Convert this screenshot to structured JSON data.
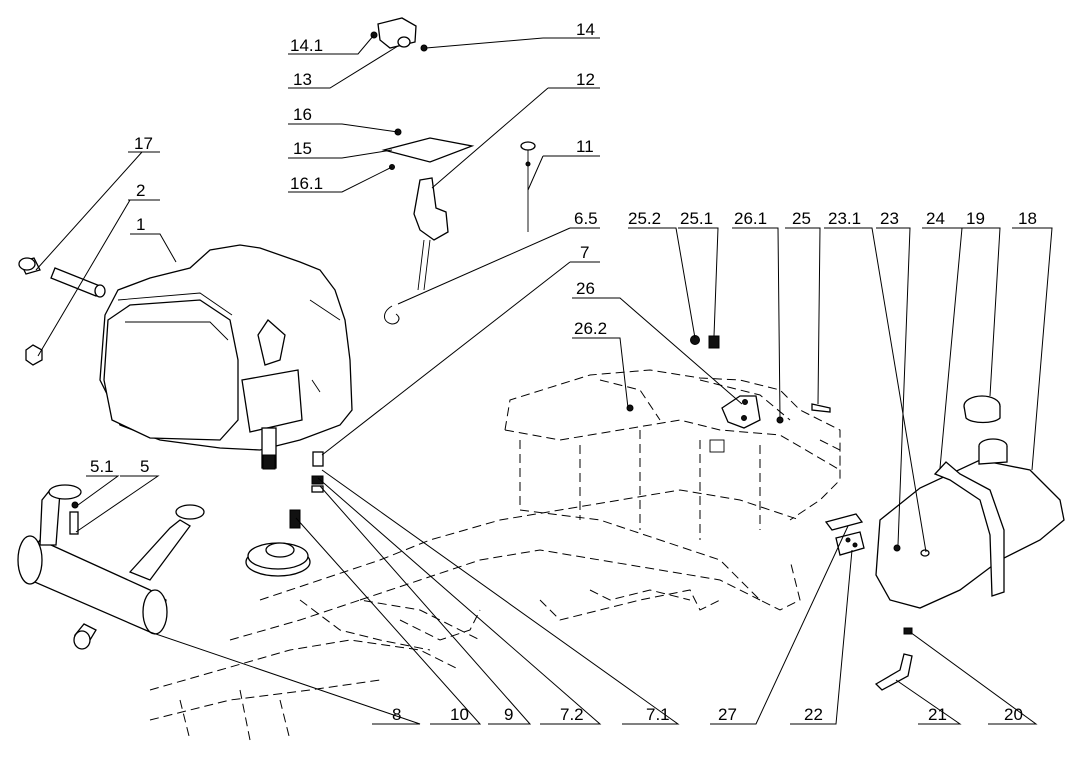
{
  "callouts": [
    {
      "id": "14.1",
      "label": "14.1"
    },
    {
      "id": "13",
      "label": "13"
    },
    {
      "id": "14",
      "label": "14"
    },
    {
      "id": "12",
      "label": "12"
    },
    {
      "id": "16",
      "label": "16"
    },
    {
      "id": "15",
      "label": "15"
    },
    {
      "id": "16.1",
      "label": "16.1"
    },
    {
      "id": "11",
      "label": "11"
    },
    {
      "id": "17",
      "label": "17"
    },
    {
      "id": "2",
      "label": "2"
    },
    {
      "id": "1",
      "label": "1"
    },
    {
      "id": "6.5",
      "label": "6.5"
    },
    {
      "id": "7",
      "label": "7"
    },
    {
      "id": "25.2",
      "label": "25.2"
    },
    {
      "id": "25.1",
      "label": "25.1"
    },
    {
      "id": "26.1",
      "label": "26.1"
    },
    {
      "id": "25",
      "label": "25"
    },
    {
      "id": "23.1",
      "label": "23.1"
    },
    {
      "id": "23",
      "label": "23"
    },
    {
      "id": "24",
      "label": "24"
    },
    {
      "id": "19",
      "label": "19"
    },
    {
      "id": "18",
      "label": "18"
    },
    {
      "id": "26",
      "label": "26"
    },
    {
      "id": "26.2",
      "label": "26.2"
    },
    {
      "id": "5.1",
      "label": "5.1"
    },
    {
      "id": "5",
      "label": "5"
    },
    {
      "id": "8",
      "label": "8"
    },
    {
      "id": "10",
      "label": "10"
    },
    {
      "id": "9",
      "label": "9"
    },
    {
      "id": "7.2",
      "label": "7.2"
    },
    {
      "id": "7.1",
      "label": "7.1"
    },
    {
      "id": "27",
      "label": "27"
    },
    {
      "id": "22",
      "label": "22"
    },
    {
      "id": "21",
      "label": "21"
    },
    {
      "id": "20",
      "label": "20"
    }
  ]
}
